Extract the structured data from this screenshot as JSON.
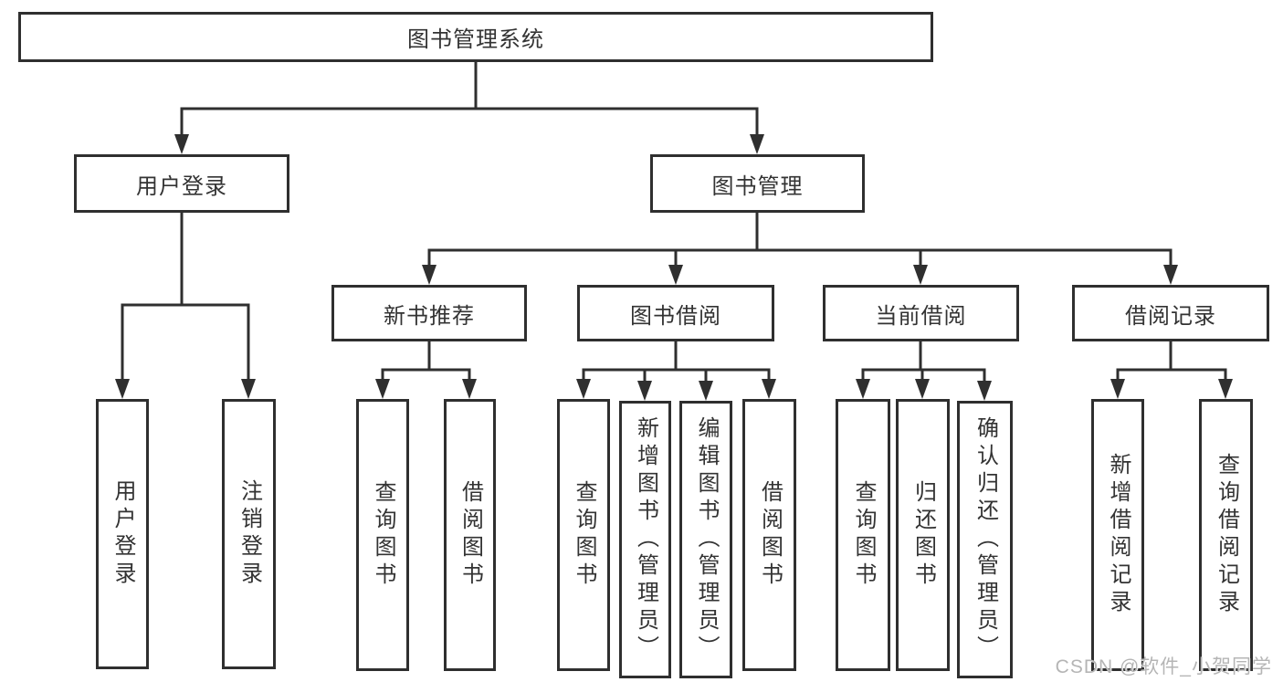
{
  "colors": {
    "line": "#2f2f2f",
    "box_border": "#2f2f2f",
    "text": "#333333",
    "background": "#ffffff",
    "watermark": "#b5b5b5"
  },
  "watermark": {
    "text": "CSDN @软件_小贺同学"
  },
  "tree": {
    "label": "图书管理系统",
    "children": [
      {
        "label": "用户登录",
        "children": [
          {
            "label": "用户登录"
          },
          {
            "label": "注销登录"
          }
        ]
      },
      {
        "label": "图书管理",
        "children": [
          {
            "label": "新书推荐",
            "children": [
              {
                "label": "查询图书"
              },
              {
                "label": "借阅图书"
              }
            ]
          },
          {
            "label": "图书借阅",
            "children": [
              {
                "label": "查询图书"
              },
              {
                "label": "新增图书（管理员）"
              },
              {
                "label": "编辑图书（管理员）"
              },
              {
                "label": "借阅图书"
              }
            ]
          },
          {
            "label": "当前借阅",
            "children": [
              {
                "label": "查询图书"
              },
              {
                "label": "归还图书"
              },
              {
                "label": "确认归还（管理员）"
              }
            ]
          },
          {
            "label": "借阅记录",
            "children": [
              {
                "label": "新增借阅记录"
              },
              {
                "label": "查询借阅记录"
              }
            ]
          }
        ]
      }
    ]
  }
}
